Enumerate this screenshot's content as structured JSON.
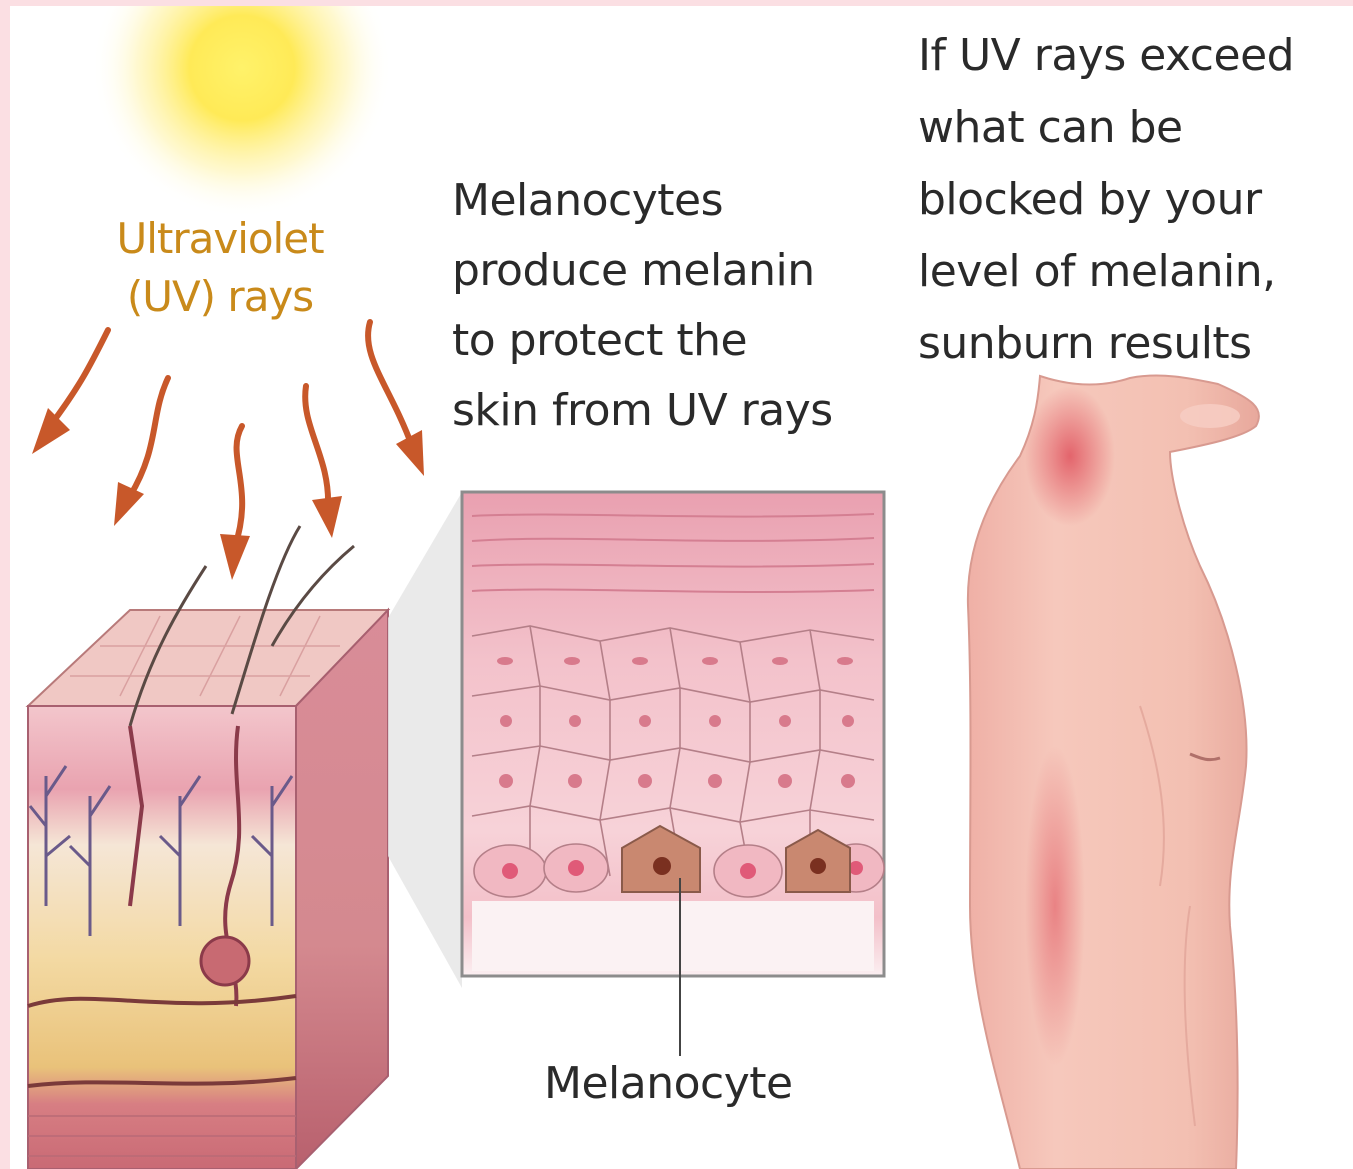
{
  "labels": {
    "uv_rays": "Ultraviolet\n(UV) rays",
    "melanocytes_caption": "Melanocytes\nproduce melanin\nto protect the\nskin from UV rays",
    "sunburn_caption": "If UV rays exceed\nwhat can be\nblocked by your\nlevel of melanin,\nsunburn results",
    "melanocyte_callout": "Melanocyte"
  },
  "colors": {
    "frame_pink": "#fbdfe3",
    "sun_yellow": "#ffe04a",
    "uv_text": "#c98a1a",
    "ray_arrow": "#c8582a",
    "skin_pink": "#f1b9c2",
    "sunburn_red": "#e0535e",
    "melanocyte_brown": "#9a5a40"
  }
}
